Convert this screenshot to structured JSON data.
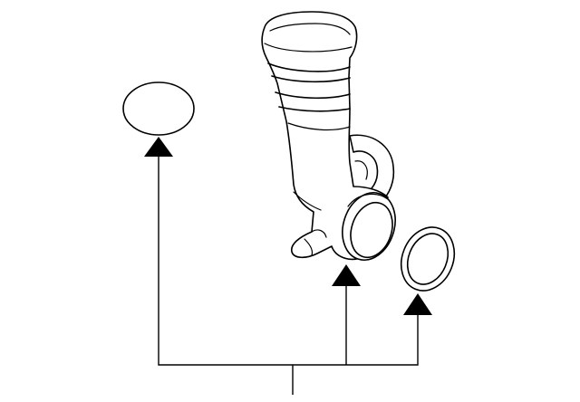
{
  "diagram": {
    "parts": [
      {
        "name": "gear-shift-knob"
      },
      {
        "name": "knob-boot-ring"
      },
      {
        "name": "oval-cap"
      }
    ],
    "callouts": [
      {
        "target": "oval-cap"
      },
      {
        "target": "gear-shift-knob"
      },
      {
        "target": "knob-boot-ring"
      }
    ],
    "colors": {
      "line": "#000000",
      "background": "#ffffff"
    }
  }
}
